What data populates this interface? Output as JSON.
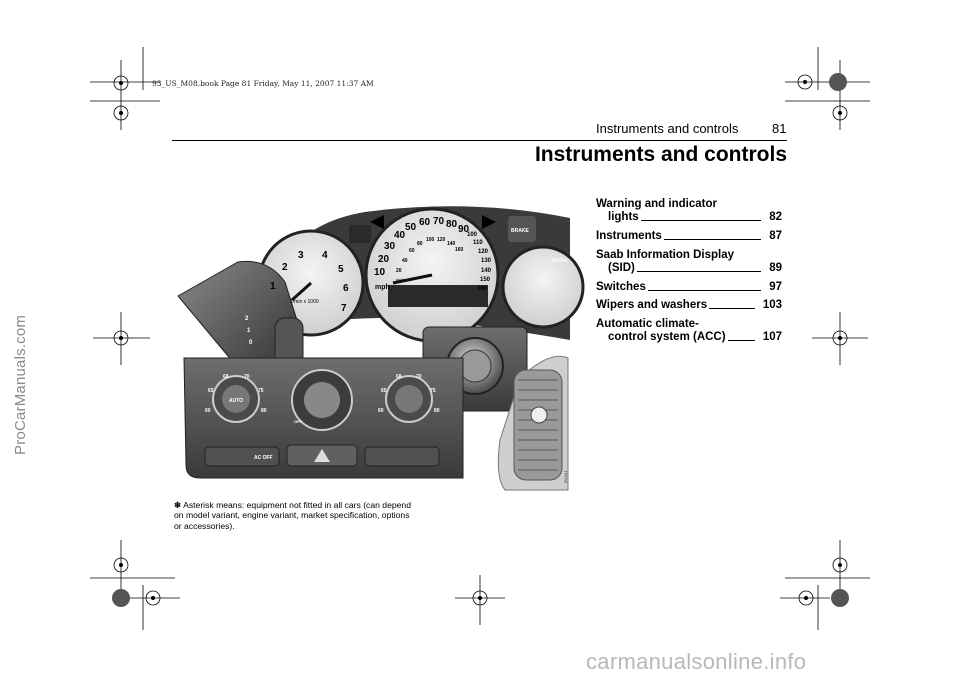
{
  "print_info": "93_US_M08.book  Page 81  Friday, May 11, 2007  11:37 AM",
  "side_watermark": "ProCarManuals.com",
  "bottom_watermark": "carmanualsonline.info",
  "header": {
    "section": "Instruments and controls",
    "page_number": "81"
  },
  "title": "Instruments and controls",
  "toc": [
    {
      "lines": [
        "Warning and indicator",
        "lights"
      ],
      "page": "82"
    },
    {
      "lines": [
        "Instruments"
      ],
      "page": "87"
    },
    {
      "lines": [
        "Saab Information Display",
        "(SID)"
      ],
      "page": "89"
    },
    {
      "lines": [
        "Switches"
      ],
      "page": "97"
    },
    {
      "lines": [
        "Wipers and washers"
      ],
      "page": "103"
    },
    {
      "lines": [
        "Automatic climate-",
        "control system (ACC)"
      ],
      "page": "107"
    }
  ],
  "footnote": {
    "star": "❄",
    "text": "Asterisk means: equipment not fitted in all cars (can depend on model variant, engine variant, market specification, options or accessories)."
  },
  "illustration": {
    "tacho_numbers": [
      "1",
      "2",
      "3",
      "4",
      "5",
      "6",
      "7"
    ],
    "tacho_unit": "1/min x 1000",
    "speedo_mph": [
      "10",
      "20",
      "30",
      "40",
      "50",
      "60",
      "70",
      "80",
      "90"
    ],
    "speedo_kmh": [
      "20",
      "40",
      "60",
      "80",
      "100",
      "120",
      "140",
      "160"
    ],
    "speedo_outer_kmh": [
      "100",
      "110",
      "120",
      "130",
      "140",
      "150",
      "160"
    ],
    "speedo_unit": "mph",
    "speedo_unit_small": "km/h",
    "brake_label": "BRAKE",
    "turbo_label": "turbo",
    "acc_left_temps": [
      "60",
      "65",
      "68",
      "70",
      "75",
      "80"
    ],
    "acc_right_temps": [
      "60",
      "65",
      "68",
      "70",
      "75",
      "80"
    ],
    "auto_label": "AUTO",
    "ac_off_label": "AC OFF",
    "off_label": "OFF",
    "stalk_positions": [
      "0",
      "1",
      "2"
    ],
    "figure_code": "IB1041"
  },
  "colors": {
    "panel_dark": "#2a2a2a",
    "panel_mid": "#6a6a6a",
    "watermark": "#8a8a8a"
  }
}
